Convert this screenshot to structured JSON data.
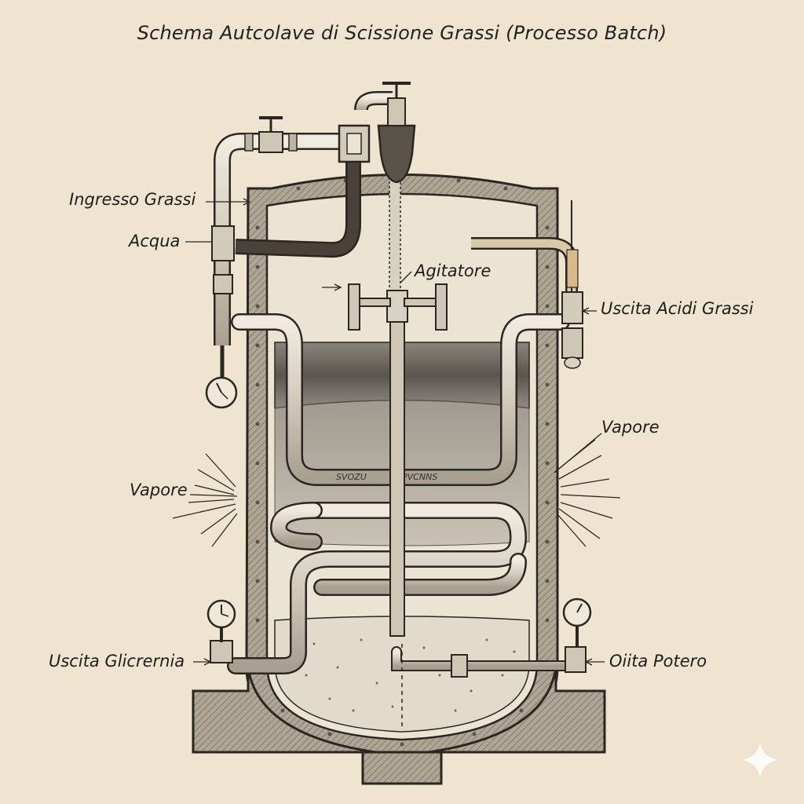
{
  "title": "Schema Autcolave di Scissione Grassi (Processo Batch)",
  "labels": {
    "ingresso_grassi": "Ingresso Grassi",
    "acqua": "Acqua",
    "agitatore": "Agitatore",
    "uscita_acidi_grassi": "Uscita Acidi Grassi",
    "vapore_right": "Vapore",
    "vapore_left": "Vapore",
    "uscita_glicerina": "Uscita Glicrernia",
    "oiita_potero": "Oiita Potero"
  },
  "pipe_inscription": {
    "left": "SVOZU",
    "right": "PVCNNS"
  },
  "colors": {
    "paper": "#efe4cf",
    "ink": "#2a2622",
    "wall_fill": "#a89e90",
    "pipe_fill": "#ddd5c6",
    "liquid_dark": "#6e6860",
    "glycerin": "#e2dbcc"
  },
  "watermark_icon": "sparkle-icon"
}
